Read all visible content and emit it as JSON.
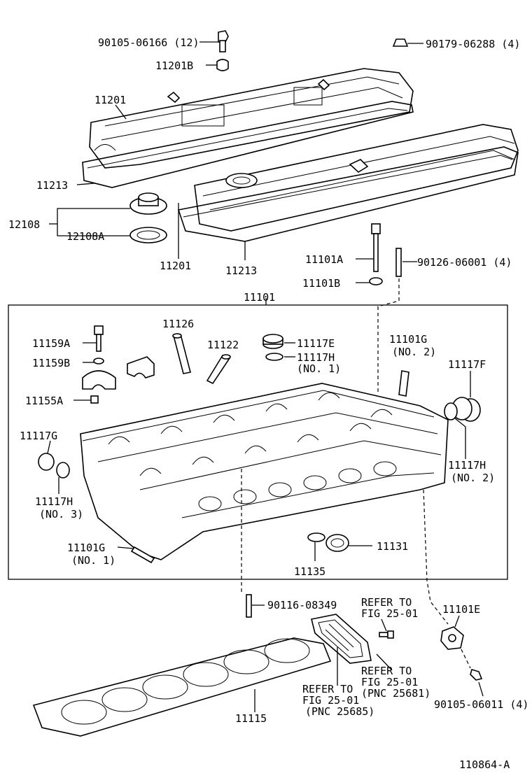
{
  "labels": {
    "bolt_cover": "90105-06166 (12)",
    "nut_cover": "90179-06288 (4)",
    "grommet": "11201B",
    "cover_a": "11201",
    "gasket_a": "11213",
    "cap_group": "12108",
    "cap_gasket": "12108A",
    "cover_b": "11201",
    "gasket_b": "11213",
    "head_bolt": "11101A",
    "washer": "11101B",
    "stud_top": "90126-06001 (4)",
    "assembly": "11101",
    "g11159a": "11159A",
    "g11159b": "11159B",
    "g11155a": "11155A",
    "g11126": "11126",
    "g11122": "11122",
    "g11117e": "11117E",
    "g11117h1a": "11117H",
    "g11117h1b": "(NO. 1)",
    "g11101g2a": "11101G",
    "g11101g2b": "(NO. 2)",
    "g11117f": "11117F",
    "g11117g": "11117G",
    "g11117h2a": "11117H",
    "g11117h2b": "(NO. 2)",
    "g11117h3a": "11117H",
    "g11117h3b": "(NO. 3)",
    "g11101g1a": "11101G",
    "g11101g1b": "(NO. 1)",
    "g11131": "11131",
    "g11135": "11135",
    "stud_bottom": "90116-08349",
    "ref1a": "REFER TO",
    "ref1b": "FIG 25-01",
    "g11101e": "11101E",
    "ref2a": "REFER TO",
    "ref2b": "FIG 25-01",
    "ref2c": "(PNC 25681)",
    "ref3a": "REFER TO",
    "ref3b": "FIG 25-01",
    "ref3c": "(PNC 25685)",
    "head_gasket": "11115",
    "bolt_bottom": "90105-06011 (4)",
    "figure_id": "110864-A"
  }
}
